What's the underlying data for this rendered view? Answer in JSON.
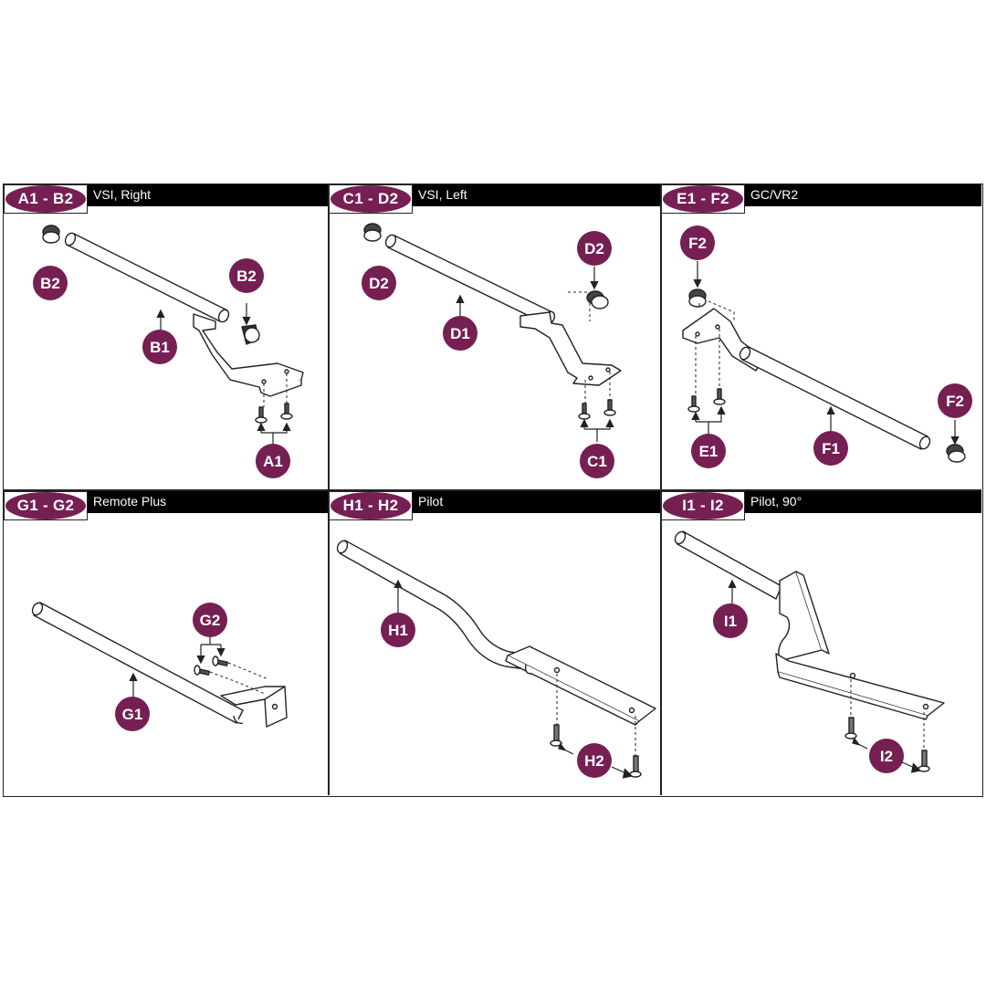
{
  "accent_color": "#751f52",
  "panels": [
    {
      "code": "A1 - B2",
      "title": "VSI, Right",
      "callouts": [
        "B2",
        "B2",
        "B1",
        "A1"
      ]
    },
    {
      "code": "C1 - D2",
      "title": "VSI, Left",
      "callouts": [
        "D2",
        "D2",
        "D1",
        "C1"
      ]
    },
    {
      "code": "E1 - F2",
      "title": "GC/VR2",
      "callouts": [
        "F2",
        "F2",
        "E1",
        "F1"
      ]
    },
    {
      "code": "G1 - G2",
      "title": "Remote Plus",
      "callouts": [
        "G2",
        "G1"
      ]
    },
    {
      "code": "H1 - H2",
      "title": "Pilot",
      "callouts": [
        "H1",
        "H2"
      ]
    },
    {
      "code": "I1 - I2",
      "title": "Pilot, 90°",
      "callouts": [
        "I1",
        "I2"
      ]
    }
  ]
}
